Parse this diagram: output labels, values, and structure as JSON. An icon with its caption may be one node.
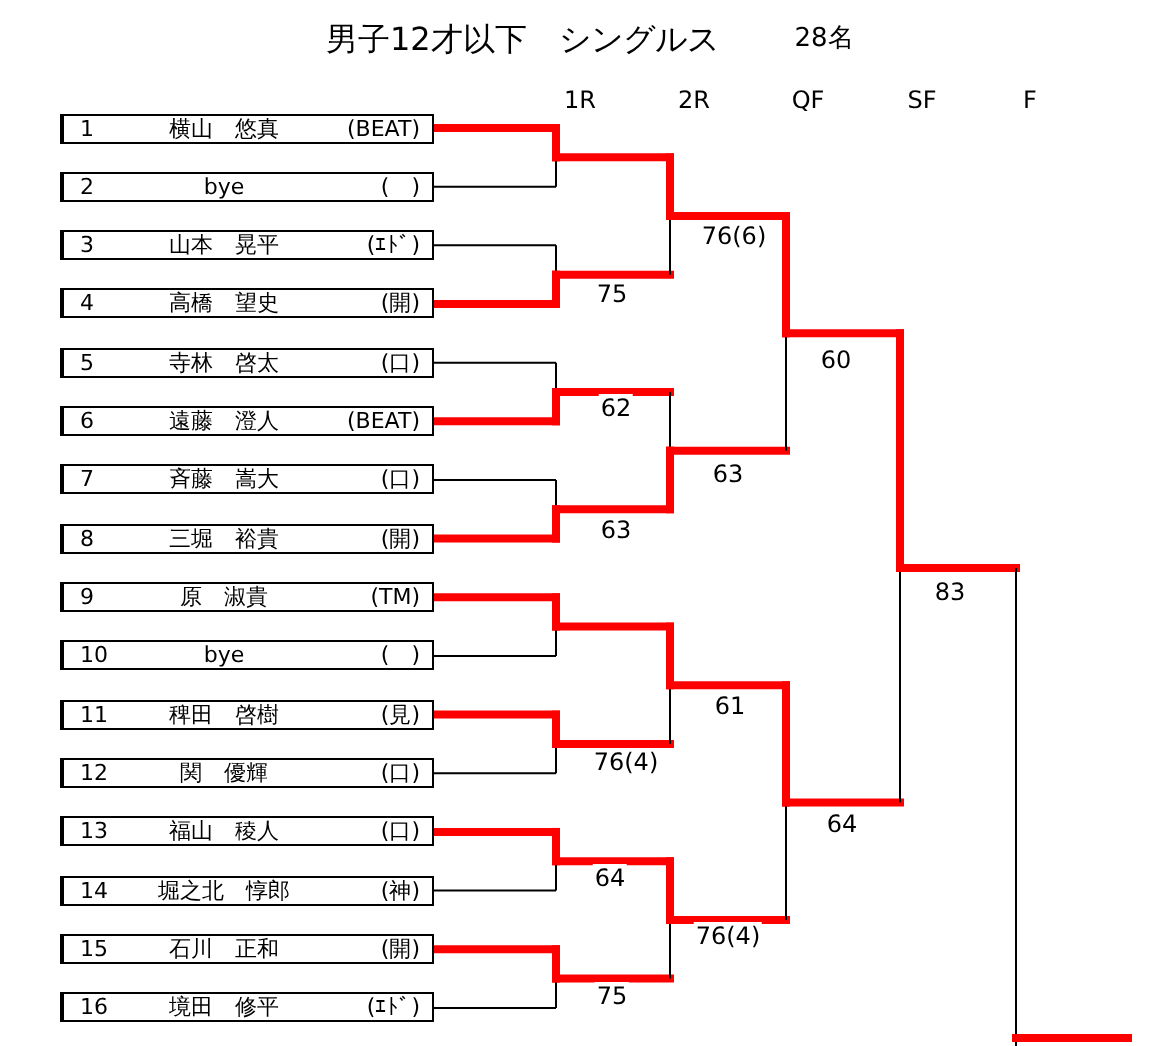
{
  "diagram": {
    "title": "男子12才以下　シングルス",
    "nodes": [
      {
        "text": [
          "1",
          "横山　悠真",
          "(BEAT)"
        ]
      },
      {
        "text": [
          "2",
          "bye",
          "(　)"
        ]
      },
      {
        "text": [
          "3",
          "山本　晃平",
          "(ｴﾄﾞ)"
        ]
      },
      {
        "text": [
          "4",
          "高橋　望史",
          "(開)"
        ]
      },
      {
        "text": [
          "5",
          "寺林　啓太",
          "(口)"
        ]
      },
      {
        "text": [
          "6",
          "遠藤　澄人",
          "(BEAT)"
        ]
      },
      {
        "text": [
          "7",
          "斉藤　嵩大",
          "(口)"
        ]
      },
      {
        "text": [
          "8",
          "三堀　裕貴",
          "(開)"
        ]
      },
      {
        "text": [
          "9",
          "原　淑貴",
          "(TM)"
        ]
      },
      {
        "text": [
          "10",
          "bye",
          "(　)"
        ]
      },
      {
        "text": [
          "11",
          "稗田　啓樹",
          "(見)"
        ]
      },
      {
        "text": [
          "12",
          "関　優輝",
          "(口)"
        ]
      },
      {
        "text": [
          "13",
          "福山　稜人",
          "(口)"
        ]
      },
      {
        "text": [
          "14",
          "堀之北　惇郎",
          "(神)"
        ]
      },
      {
        "text": [
          "15",
          "石川　正和",
          "(開)"
        ]
      },
      {
        "text": [
          "16",
          "境田　修平",
          "(ｴﾄﾞ)"
        ]
      }
    ],
    "labels": [
      "28名",
      "1R",
      "2R",
      "QF",
      "SF",
      "F",
      "76(6)",
      "75",
      "60",
      "62",
      "63",
      "63",
      "83",
      "61",
      "76(4)",
      "64",
      "64",
      "76(4)",
      "75"
    ]
  }
}
